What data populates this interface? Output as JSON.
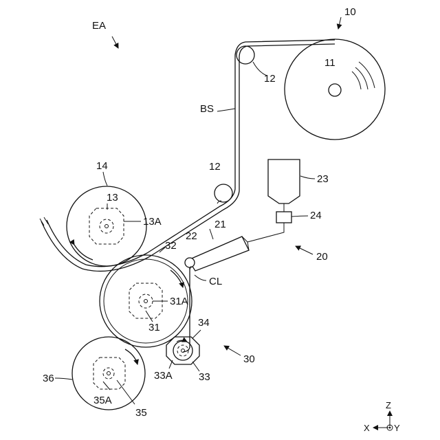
{
  "labels": {
    "ea": "EA",
    "n10": "10",
    "n11": "11",
    "n12a": "12",
    "n12b": "12",
    "bs": "BS",
    "n14": "14",
    "n13": "13",
    "n13a": "13A",
    "n23": "23",
    "n24": "24",
    "n21": "21",
    "n22": "22",
    "n32": "32",
    "n20": "20",
    "cl": "CL",
    "n31a": "31A",
    "n31": "31",
    "n34": "34",
    "n30": "30",
    "n33a": "33A",
    "n33": "33",
    "n36": "36",
    "n35a": "35A",
    "n35": "35"
  },
  "axes": {
    "z": "Z",
    "x": "X",
    "y": "Y"
  }
}
